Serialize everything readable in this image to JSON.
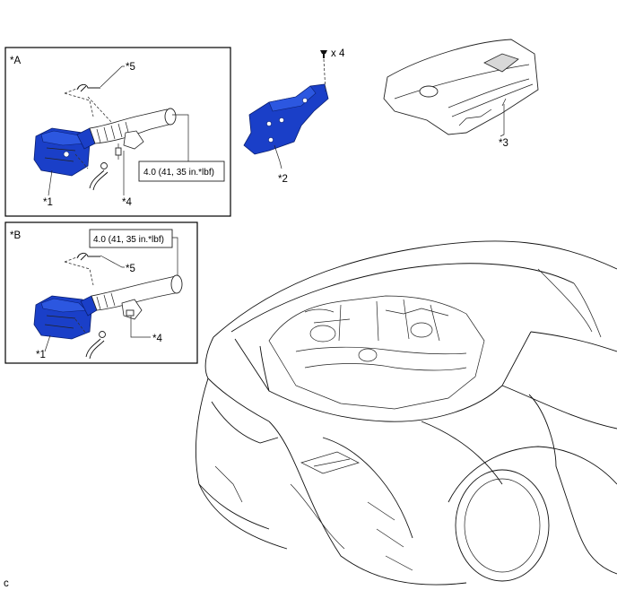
{
  "panels": {
    "a": {
      "title": "*A",
      "torque": "4.0 (41, 35 in.*lbf)",
      "labels": {
        "p1": "*1",
        "p4": "*4",
        "p5": "*5"
      }
    },
    "b": {
      "title": "*B",
      "torque": "4.0 (41, 35 in.*lbf)",
      "labels": {
        "p1": "*1",
        "p4": "*4",
        "p5": "*5"
      }
    }
  },
  "callouts": {
    "p2": "*2",
    "p3": "*3",
    "clip_qty": "x 4"
  },
  "footer": {
    "letter": "c"
  },
  "colors": {
    "highlight": "#1a3fc8",
    "line": "#111111"
  }
}
